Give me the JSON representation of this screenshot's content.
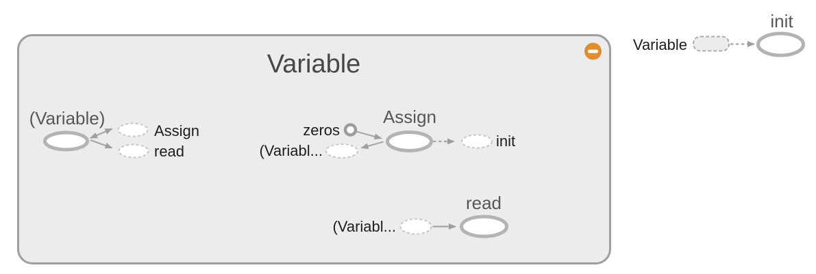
{
  "colors": {
    "accent_orange": "#e08e2d",
    "group_fill": "#ececec",
    "group_border": "#9e9e9e",
    "solid_node_stroke": "#b3b3b3",
    "dashed_node_stroke": "#c6c6c6",
    "edge": "#a5a5a5",
    "title_text": "#474747",
    "subtitle_text": "#575757",
    "label_text": "#1d1d1d",
    "node_fill": "#ffffff"
  },
  "metanode": {
    "title": "Variable",
    "collapse_button": {
      "icon": "minus",
      "color": "#e08e2d"
    }
  },
  "clusters": {
    "variable_op": {
      "title": "(Variable)",
      "out_annotations": [
        {
          "label": "Assign"
        },
        {
          "label": "read"
        }
      ]
    },
    "assign_op": {
      "title": "Assign",
      "in_annotations": [
        {
          "label": "zeros"
        },
        {
          "label": "(Variabl..."
        }
      ],
      "out_annotations": [
        {
          "label": "init"
        }
      ]
    },
    "read_op": {
      "title": "read",
      "in_annotations": [
        {
          "label": "(Variabl..."
        }
      ]
    }
  },
  "external": {
    "init_op": {
      "title": "init",
      "in_annotations": [
        {
          "label": "Variable"
        }
      ]
    }
  },
  "edges": [
    {
      "cluster": "variable_op",
      "from": "(Variable)",
      "to": "Assign",
      "style": "solid",
      "arrows": "both"
    },
    {
      "cluster": "variable_op",
      "from": "(Variable)",
      "to": "read",
      "style": "solid",
      "arrows": "end"
    },
    {
      "cluster": "assign_op",
      "from": "zeros",
      "to": "Assign",
      "style": "solid",
      "arrows": "end"
    },
    {
      "cluster": "assign_op",
      "from": "Assign",
      "to": "(Variabl...",
      "style": "solid",
      "arrows": "end"
    },
    {
      "cluster": "assign_op",
      "from": "Assign",
      "to": "init",
      "style": "dashed",
      "arrows": "end"
    },
    {
      "cluster": "read_op",
      "from": "(Variabl...",
      "to": "read",
      "style": "solid",
      "arrows": "end"
    },
    {
      "cluster": "external",
      "from": "Variable",
      "to": "init",
      "style": "dashed",
      "arrows": "end"
    }
  ]
}
